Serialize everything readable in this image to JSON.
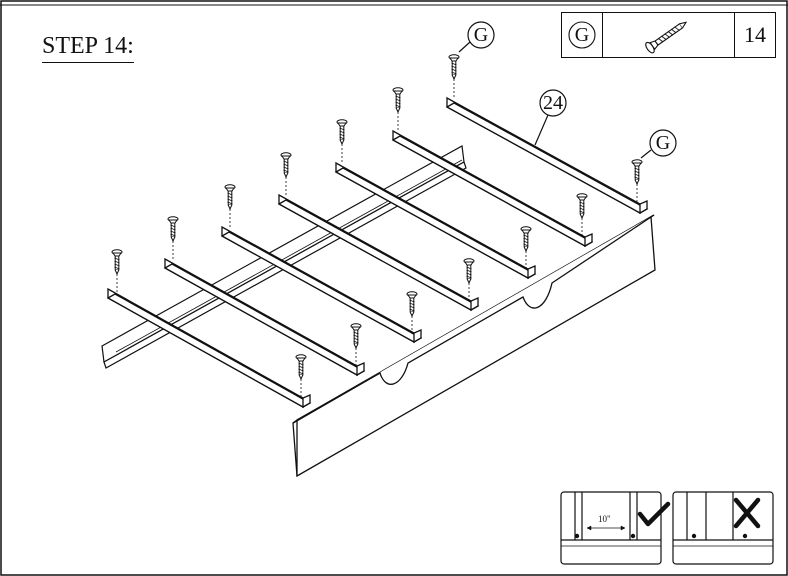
{
  "step": {
    "title": "STEP 14:"
  },
  "parts_box": {
    "letter": "G",
    "quantity": "14",
    "icon": "screw-icon"
  },
  "callouts": {
    "g_top": "G",
    "g_right": "G",
    "part_number": "24"
  },
  "spacing_guide": {
    "dimension": "10\""
  },
  "indicators": {
    "correct": "check-mark-icon",
    "incorrect": "x-mark-icon"
  }
}
